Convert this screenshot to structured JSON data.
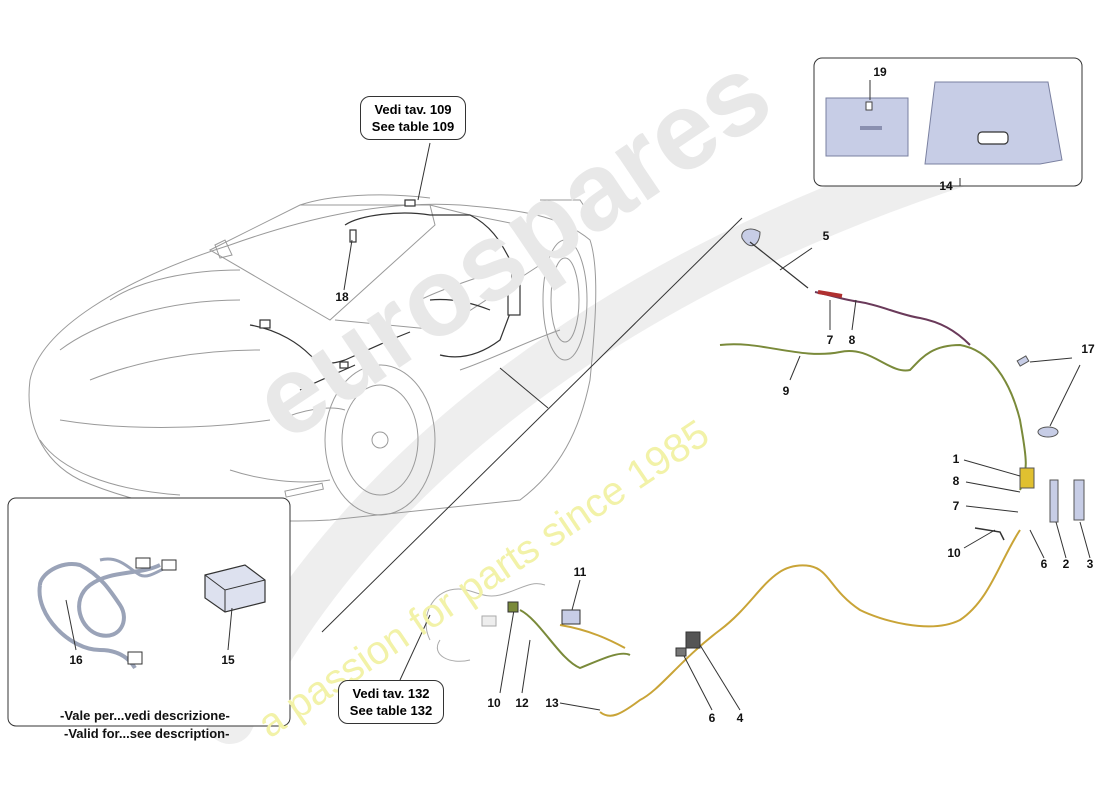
{
  "watermark": {
    "brand": "eurospares",
    "tagline": "a passion for parts since 1985"
  },
  "reference_boxes": {
    "top": {
      "line1": "Vedi tav. 109",
      "line2": "See table 109"
    },
    "bottom": {
      "line1": "Vedi tav. 132",
      "line2": "See table 132"
    }
  },
  "inset_note": {
    "line1": "-Vale per...vedi descrizione-",
    "line2": "-Valid for...see description-"
  },
  "callouts": [
    {
      "id": "c19",
      "label": "19"
    },
    {
      "id": "c14",
      "label": "14"
    },
    {
      "id": "c5",
      "label": "5"
    },
    {
      "id": "c7a",
      "label": "7"
    },
    {
      "id": "c8a",
      "label": "8"
    },
    {
      "id": "c9",
      "label": "9"
    },
    {
      "id": "c17",
      "label": "17"
    },
    {
      "id": "c18",
      "label": "18"
    },
    {
      "id": "c1",
      "label": "1"
    },
    {
      "id": "c8b",
      "label": "8"
    },
    {
      "id": "c7b",
      "label": "7"
    },
    {
      "id": "c10a",
      "label": "10"
    },
    {
      "id": "c6a",
      "label": "6"
    },
    {
      "id": "c2",
      "label": "2"
    },
    {
      "id": "c3",
      "label": "3"
    },
    {
      "id": "c11",
      "label": "11"
    },
    {
      "id": "c10b",
      "label": "10"
    },
    {
      "id": "c12",
      "label": "12"
    },
    {
      "id": "c13",
      "label": "13"
    },
    {
      "id": "c6b",
      "label": "6"
    },
    {
      "id": "c4",
      "label": "4"
    },
    {
      "id": "c16",
      "label": "16"
    },
    {
      "id": "c15",
      "label": "15"
    }
  ],
  "colors": {
    "line": "#333333",
    "harness_green": "#7a8a3a",
    "harness_yellow": "#c9a437",
    "harness_red": "#b03030",
    "harness_purple": "#6a3a5a",
    "panel_blue": "#c7cde6",
    "cable_grey": "#9aa3b8",
    "watermark_grey": "#e6e6e6",
    "watermark_yellow": "#f4f4b0"
  }
}
